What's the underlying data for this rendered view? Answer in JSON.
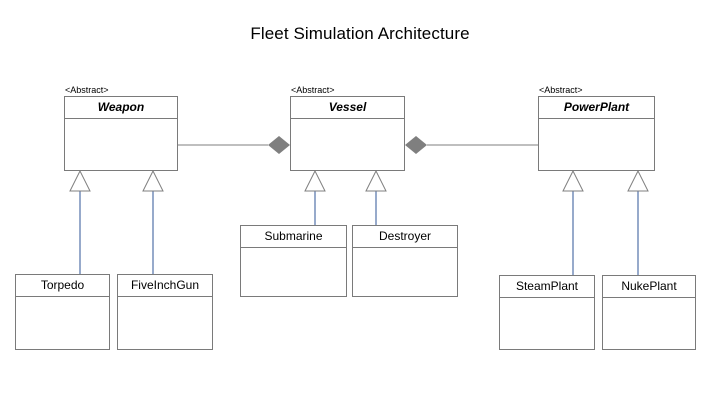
{
  "diagram": {
    "title": "Fleet Simulation Architecture",
    "colors": {
      "box_border": "#7a7a7a",
      "composition_line": "#7f7f7f",
      "composition_diamond": "#7f7f7f",
      "inheritance_line": "#2f5597",
      "inheritance_triangle": "#7f7f7f"
    },
    "abstract_classes": [
      {
        "stereotype": "<Abstract>",
        "name": "Weapon"
      },
      {
        "stereotype": "<Abstract>",
        "name": "Vessel"
      },
      {
        "stereotype": "<Abstract>",
        "name": "PowerPlant"
      }
    ],
    "concrete_classes": [
      {
        "name": "Torpedo",
        "parent": "Weapon"
      },
      {
        "name": "FiveInchGun",
        "parent": "Weapon"
      },
      {
        "name": "Submarine",
        "parent": "Vessel"
      },
      {
        "name": "Destroyer",
        "parent": "Vessel"
      },
      {
        "name": "SteamPlant",
        "parent": "PowerPlant"
      },
      {
        "name": "NukePlant",
        "parent": "PowerPlant"
      }
    ],
    "compositions": [
      {
        "whole": "Vessel",
        "part": "Weapon"
      },
      {
        "whole": "Vessel",
        "part": "PowerPlant"
      }
    ]
  }
}
